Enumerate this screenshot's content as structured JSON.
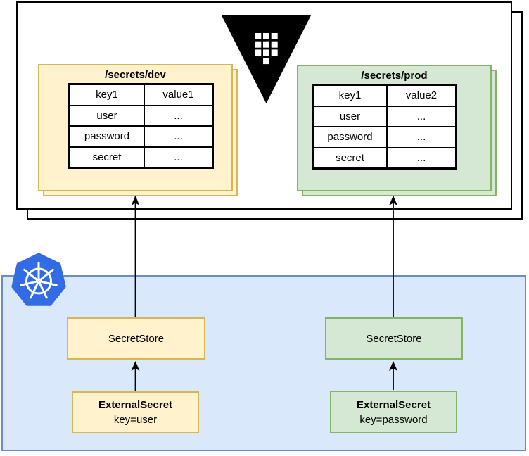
{
  "colors": {
    "yellow_fill": "#FFF2CC",
    "yellow_stroke": "#D6B656",
    "green_fill": "#D5E8D4",
    "green_stroke": "#82B366",
    "blue_fill": "#DAE8FC",
    "blue_stroke": "#6C8EBF",
    "kubernetes_blue": "#326CE5",
    "vault_black": "#000000"
  },
  "vault": {
    "icon": "vault-icon",
    "panels": [
      {
        "title": "/secrets/dev",
        "rows": [
          [
            "key1",
            "value1"
          ],
          [
            "user",
            "..."
          ],
          [
            "password",
            "..."
          ],
          [
            "secret",
            "..."
          ]
        ]
      },
      {
        "title": "/secrets/prod",
        "rows": [
          [
            "key1",
            "value2"
          ],
          [
            "user",
            "..."
          ],
          [
            "password",
            "..."
          ],
          [
            "secret",
            "..."
          ]
        ]
      }
    ]
  },
  "kubernetes": {
    "icon": "kubernetes-icon",
    "secret_stores": [
      {
        "label": "SecretStore"
      },
      {
        "label": "SecretStore"
      }
    ],
    "external_secrets": [
      {
        "title": "ExternalSecret",
        "subtitle": "key=user"
      },
      {
        "title": "ExternalSecret",
        "subtitle": "key=password"
      }
    ]
  }
}
